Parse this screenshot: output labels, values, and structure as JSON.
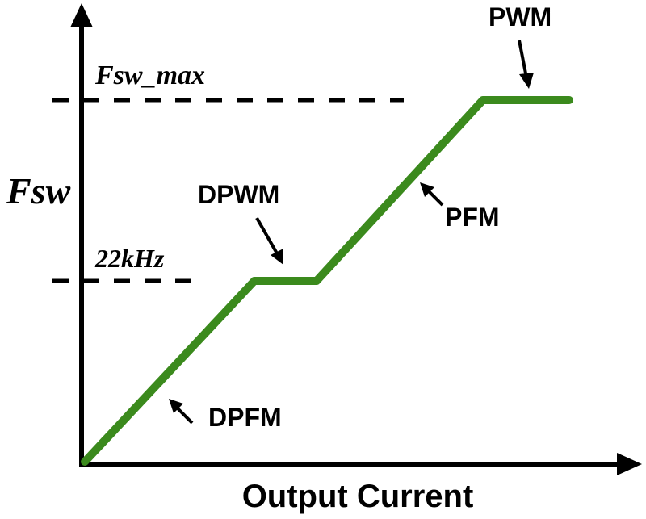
{
  "axes": {
    "x_label": "Output Current",
    "y_label": "Fsw"
  },
  "levels": {
    "max_label": "Fsw_max",
    "low_label": "22kHz"
  },
  "regions": {
    "dpfm": "DPFM",
    "dpwm": "DPWM",
    "pfm": "PFM",
    "pwm": "PWM"
  },
  "colors": {
    "curve": "#3b8a1d",
    "ink": "#000000"
  }
}
